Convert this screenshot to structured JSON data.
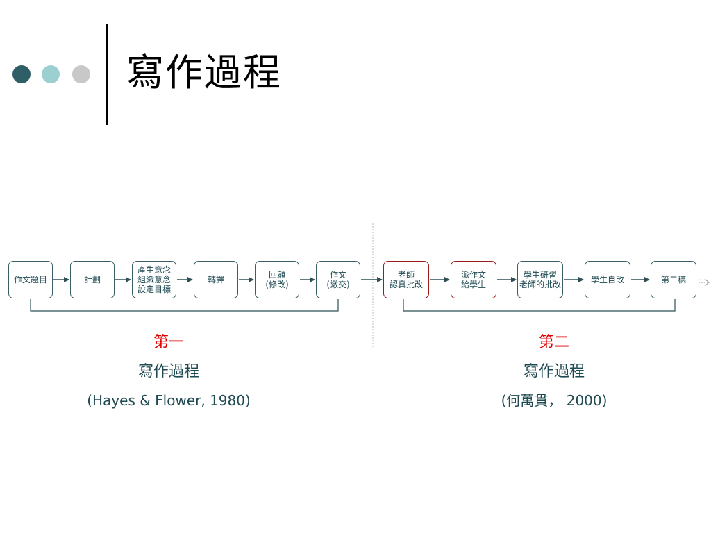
{
  "slide": {
    "title": "寫作過程",
    "bullet_colors": [
      "#2f5f66",
      "#9bcfd0",
      "#c8c8c8"
    ]
  },
  "flow1": {
    "nodes": [
      {
        "lines": [
          "作文題目"
        ]
      },
      {
        "lines": [
          "計劃"
        ]
      },
      {
        "lines": [
          "產生意念",
          "組織意念",
          "設定目標"
        ]
      },
      {
        "lines": [
          "轉譯"
        ]
      },
      {
        "lines": [
          "回顧",
          "(修改)"
        ]
      },
      {
        "lines": [
          "作文",
          "(繳交)"
        ]
      }
    ]
  },
  "flow2": {
    "nodes": [
      {
        "lines": [
          "老師",
          "認真批改"
        ],
        "highlight": true
      },
      {
        "lines": [
          "派作文",
          "給學生"
        ],
        "highlight": true
      },
      {
        "lines": [
          "學生研習",
          "老師的批改"
        ],
        "highlight": false
      },
      {
        "lines": [
          "學生自改"
        ],
        "highlight": false
      },
      {
        "lines": [
          "第二稿"
        ],
        "highlight": false
      }
    ],
    "continuation": "…"
  },
  "captions": {
    "left": {
      "heading": "第一",
      "title": "寫作過程",
      "citation": "(Hayes & Flower, 1980)"
    },
    "right": {
      "heading": "第二",
      "title": "寫作過程",
      "citation": "(何萬貫， 2000)"
    }
  },
  "colors": {
    "accent_red": "#e00000",
    "node_border": "#3b5f66",
    "node_border_red": "#9c1a1a",
    "text_teal": "#1f4a52"
  }
}
